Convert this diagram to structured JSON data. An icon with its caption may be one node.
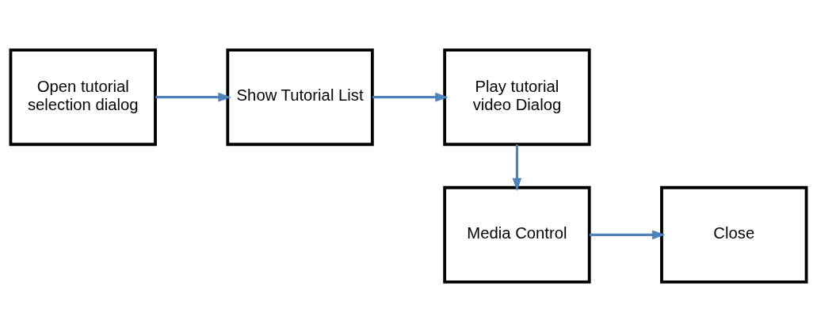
{
  "diagram": {
    "nodes": [
      {
        "text": [
          "Open tutorial selection dialog"
        ]
      },
      {
        "text": [
          "Show Tutorial List"
        ]
      },
      {
        "text": [
          "Play tutorial video Dialog"
        ]
      },
      {
        "text": [
          "Media Control"
        ]
      },
      {
        "text": [
          "Close"
        ]
      }
    ],
    "edges": [
      {
        "from": 0,
        "to": 1,
        "arrow": "to"
      },
      {
        "from": 1,
        "to": 2,
        "arrow": "to"
      },
      {
        "from": 2,
        "to": 3,
        "arrow": "to"
      },
      {
        "from": 3,
        "to": 4,
        "arrow": "to"
      }
    ]
  }
}
